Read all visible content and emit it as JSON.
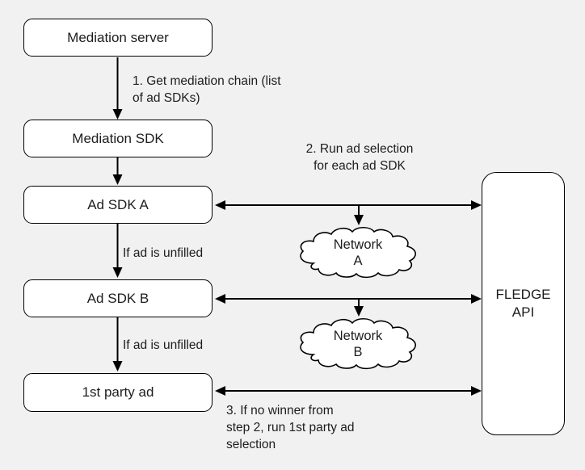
{
  "colors": {
    "background": "#f1f1f2",
    "node_fill": "#ffffff",
    "stroke": "#000000",
    "text": "#1d1d1f"
  },
  "boxes": {
    "mediation_server": {
      "label": "Mediation server"
    },
    "mediation_sdk": {
      "label": "Mediation SDK"
    },
    "ad_sdk_a": {
      "label": "Ad SDK A"
    },
    "ad_sdk_b": {
      "label": "Ad SDK B"
    },
    "first_party_ad": {
      "label": "1st party ad"
    },
    "fledge_api": {
      "label": "FLEDGE\nAPI"
    }
  },
  "clouds": {
    "network_a": {
      "label": "Network\nA"
    },
    "network_b": {
      "label": "Network\nB"
    }
  },
  "annotations": {
    "step1": "1. Get mediation chain (list\nof ad SDKs)",
    "step2": "2. Run ad selection\nfor each ad SDK",
    "step3": "3. If no winner from\nstep 2, run 1st party ad\nselection",
    "unfilled_a": "If ad is unfilled",
    "unfilled_b": "If ad is unfilled"
  }
}
